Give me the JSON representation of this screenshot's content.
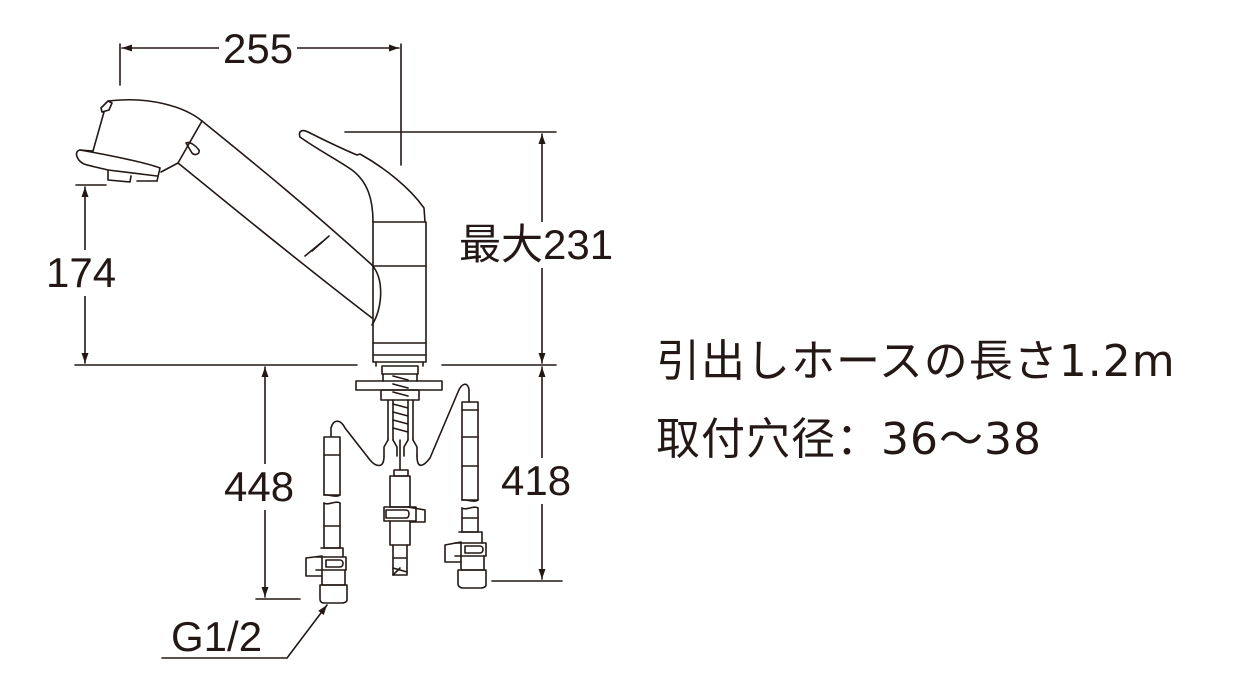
{
  "diagram": {
    "subject": "pull-out single-lever kitchen faucet dimension drawing",
    "line_color": "#231815",
    "background": "#ffffff"
  },
  "dimensions": {
    "width_reach": "255",
    "spout_height": "174",
    "max_height": "最大231",
    "hose_length_left": "448",
    "hose_length_right": "418",
    "connector_thread": "G1/2"
  },
  "specs": {
    "hose_length": "引出しホースの長さ1.2m",
    "mount_hole": "取付穴径：36～38"
  }
}
